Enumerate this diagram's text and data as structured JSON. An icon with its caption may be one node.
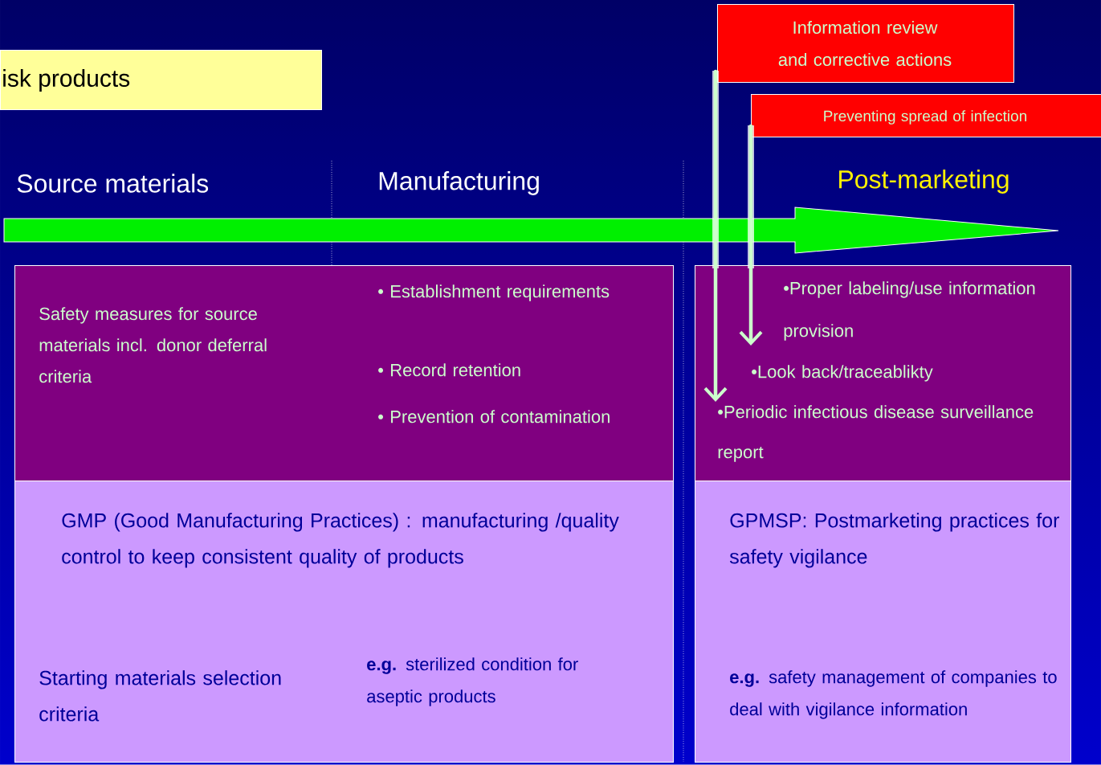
{
  "diagram": {
    "nodes": [
      {
        "text": [
          "isk products"
        ]
      },
      {
        "text": [
          "Information review and corrective actions"
        ]
      },
      {
        "text": [
          "Preventing spread of infection"
        ]
      },
      {
        "text": [
          "Safety measures for source materials incl. donor deferral criteria",
          "• Establishment requirements",
          "• Record retention",
          "• Prevention of contamination"
        ]
      },
      {
        "text": [
          "GMP (Good Manufacturing Practices) : manufacturing /quality control to keep consistent quality of products",
          "Starting materials selection criteria",
          "**e.g.** sterilized condition for aseptic products"
        ]
      },
      {
        "text": [
          "•Proper labeling/use information provision",
          "•Look back/traceablikty",
          "•Periodic infectious disease surveillance report"
        ]
      },
      {
        "text": [
          "GPMSP: Postmarketing practices for safety vigilance",
          "**e.g.** safety management of companies to deal with vigilance information"
        ]
      }
    ],
    "edges": [
      {
        "from": 1,
        "to": 5,
        "arrow": "to"
      },
      {
        "from": 2,
        "to": 5,
        "arrow": "to"
      }
    ],
    "labels": [
      "Source materials",
      "Manufacturing",
      "Post-marketing"
    ]
  }
}
